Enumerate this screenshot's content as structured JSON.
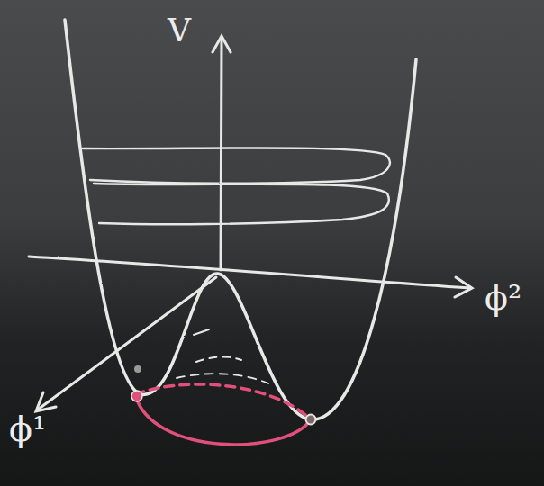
{
  "diagram": {
    "labels": [
      "V",
      "ϕ²",
      "ϕ¹"
    ]
  }
}
